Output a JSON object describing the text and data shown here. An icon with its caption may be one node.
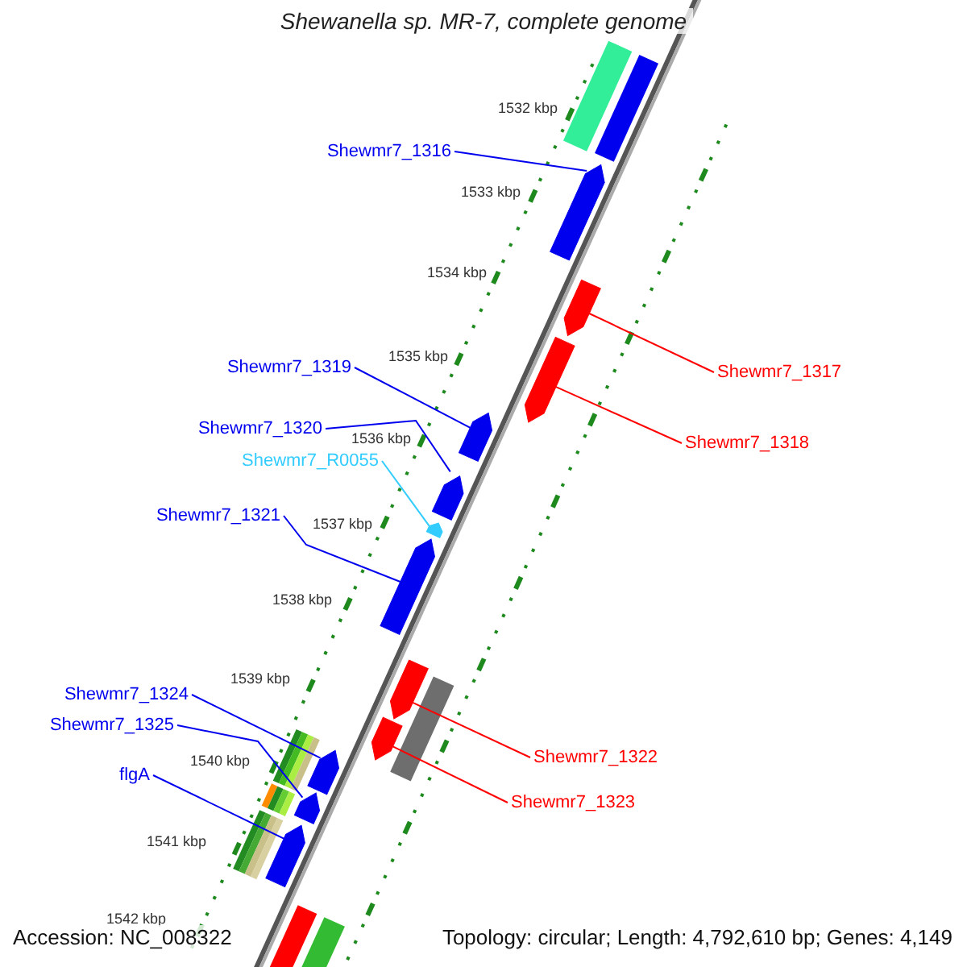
{
  "diagram": {
    "title": "Shewanella sp. MR-7, complete genome",
    "nodes": [
      {
        "text": [
          "Shewmr7_1316"
        ]
      },
      {
        "text": [],
        "shape": "arrow"
      },
      {
        "text": [
          "Shewmr7_1317"
        ]
      },
      {
        "text": [],
        "shape": "arrow"
      },
      {
        "text": [
          "Shewmr7_1319"
        ]
      },
      {
        "text": [],
        "shape": "arrow"
      },
      {
        "text": [
          "Shewmr7_1320"
        ]
      },
      {
        "text": [],
        "shape": "arrow"
      },
      {
        "text": [
          "Shewmr7_1318"
        ]
      },
      {
        "text": [],
        "shape": "arrow"
      },
      {
        "text": [
          "Shewmr7_R0055"
        ]
      },
      {
        "text": [],
        "shape": "arrow"
      },
      {
        "text": [
          "Shewmr7_1321"
        ]
      },
      {
        "text": [],
        "shape": "arrow"
      },
      {
        "text": [
          "Shewmr7_1324"
        ]
      },
      {
        "text": [],
        "shape": "arrow"
      },
      {
        "text": [
          "Shewmr7_1325"
        ]
      },
      {
        "text": [],
        "shape": "arrow"
      },
      {
        "text": [
          "Shewmr7_1322"
        ]
      },
      {
        "text": [],
        "shape": "arrow"
      },
      {
        "text": [
          "flgA"
        ]
      },
      {
        "text": [],
        "shape": "arrow"
      },
      {
        "text": [
          "Shewmr7_1323"
        ]
      },
      {
        "text": [],
        "shape": "arrow"
      },
      {
        "text": [],
        "shape": "bar"
      },
      {
        "text": [],
        "shape": "bar"
      },
      {
        "text": [],
        "shape": "bar"
      },
      {
        "text": [],
        "shape": "bar"
      },
      {
        "text": [],
        "shape": "bar"
      },
      {
        "text": [],
        "shape": "bar"
      },
      {
        "text": [],
        "shape": "bar"
      },
      {
        "text": [],
        "shape": "bar"
      }
    ],
    "edges": [
      {
        "from": 0,
        "to": 1,
        "arrow": "none"
      },
      {
        "from": 2,
        "to": 3,
        "arrow": "none",
        "color": "#ff0000"
      },
      {
        "from": 4,
        "to": 5,
        "arrow": "none"
      },
      {
        "from": 6,
        "to": 7,
        "arrow": "none"
      },
      {
        "from": 8,
        "to": 9,
        "arrow": "none",
        "color": "#ff0000"
      },
      {
        "from": 10,
        "to": 11,
        "arrow": "none",
        "color": "#33ccff"
      },
      {
        "from": 12,
        "to": 13,
        "arrow": "none"
      },
      {
        "from": 14,
        "to": 15,
        "arrow": "none"
      },
      {
        "from": 16,
        "to": 17,
        "arrow": "none"
      },
      {
        "from": 18,
        "to": 19,
        "arrow": "none",
        "color": "#ff0000"
      },
      {
        "from": 20,
        "to": 21,
        "arrow": "none"
      },
      {
        "from": 22,
        "to": 23,
        "arrow": "none",
        "color": "#ff0000"
      }
    ],
    "labels": [
      "1532 kbp",
      "1533 kbp",
      "1534 kbp",
      "1535 kbp",
      "1536 kbp",
      "1537 kbp",
      "1538 kbp",
      "1539 kbp",
      "1540 kbp",
      "1541 kbp",
      "1542 kbp",
      "Accession: NC_008322",
      "Topology: circular; Length: 4,792,610 bp; Genes: 4,149"
    ]
  }
}
